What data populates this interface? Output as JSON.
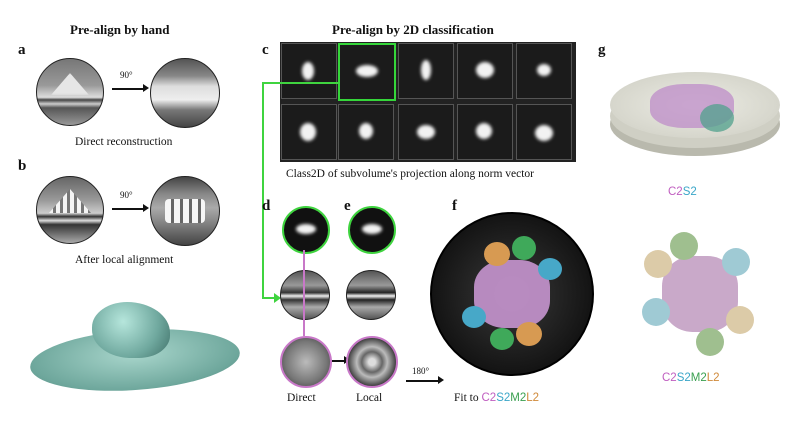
{
  "headers": {
    "left": "Pre-align by hand",
    "middle": "Pre-align by 2D classification"
  },
  "panels": {
    "a": "a",
    "b": "b",
    "c": "c",
    "d": "d",
    "e": "e",
    "f": "f",
    "g": "g"
  },
  "captions": {
    "a": "Direct reconstruction",
    "b": "After local alignment",
    "c": "Class2D of subvolume's projection along norm vector",
    "d": "Direct",
    "e": "Local",
    "f_prefix": "Fit to ",
    "angle_90": "90°",
    "angle_180": "180°"
  },
  "labels": {
    "g_top": [
      {
        "text": "C2",
        "color": "#c05ec0"
      },
      {
        "text": "S2",
        "color": "#3aa6c8"
      }
    ],
    "g_bottom": [
      {
        "text": "C2",
        "color": "#c05ec0"
      },
      {
        "text": "S2",
        "color": "#3aa6c8"
      },
      {
        "text": "M2",
        "color": "#3aa050"
      },
      {
        "text": "L2",
        "color": "#d08a3a"
      }
    ],
    "f_fit": [
      {
        "text": "C2",
        "color": "#c05ec0"
      },
      {
        "text": "S2",
        "color": "#3aa6c8"
      },
      {
        "text": "M2",
        "color": "#3aa050"
      },
      {
        "text": "L2",
        "color": "#d08a3a"
      }
    ]
  },
  "colors": {
    "accent_green": "#3fd43f",
    "accent_pink": "#c878c8",
    "membrane_teal": "#7fb8ad",
    "C2": "#c05ec0",
    "S2": "#3aa6c8",
    "M2": "#3aa050",
    "L2": "#d08a3a"
  }
}
